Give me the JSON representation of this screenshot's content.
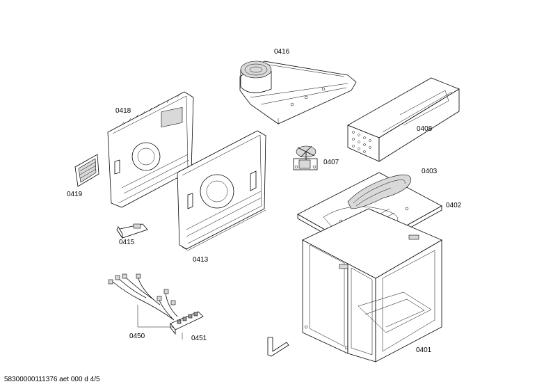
{
  "labels": {
    "p0416": "0416",
    "p0418": "0418",
    "p0408": "0408",
    "p0407": "0407",
    "p0403": "0403",
    "p0419": "0419",
    "p0402": "0402",
    "p0415": "0415",
    "p0413": "0413",
    "p0450": "0450",
    "p0451": "0451",
    "p0401": "0401"
  },
  "footer": {
    "document_code": "58300000111376 aet 000 d 4/5"
  },
  "colors": {
    "line": "#000000",
    "fill": "#ffffff",
    "shade": "#d9d9d9"
  }
}
